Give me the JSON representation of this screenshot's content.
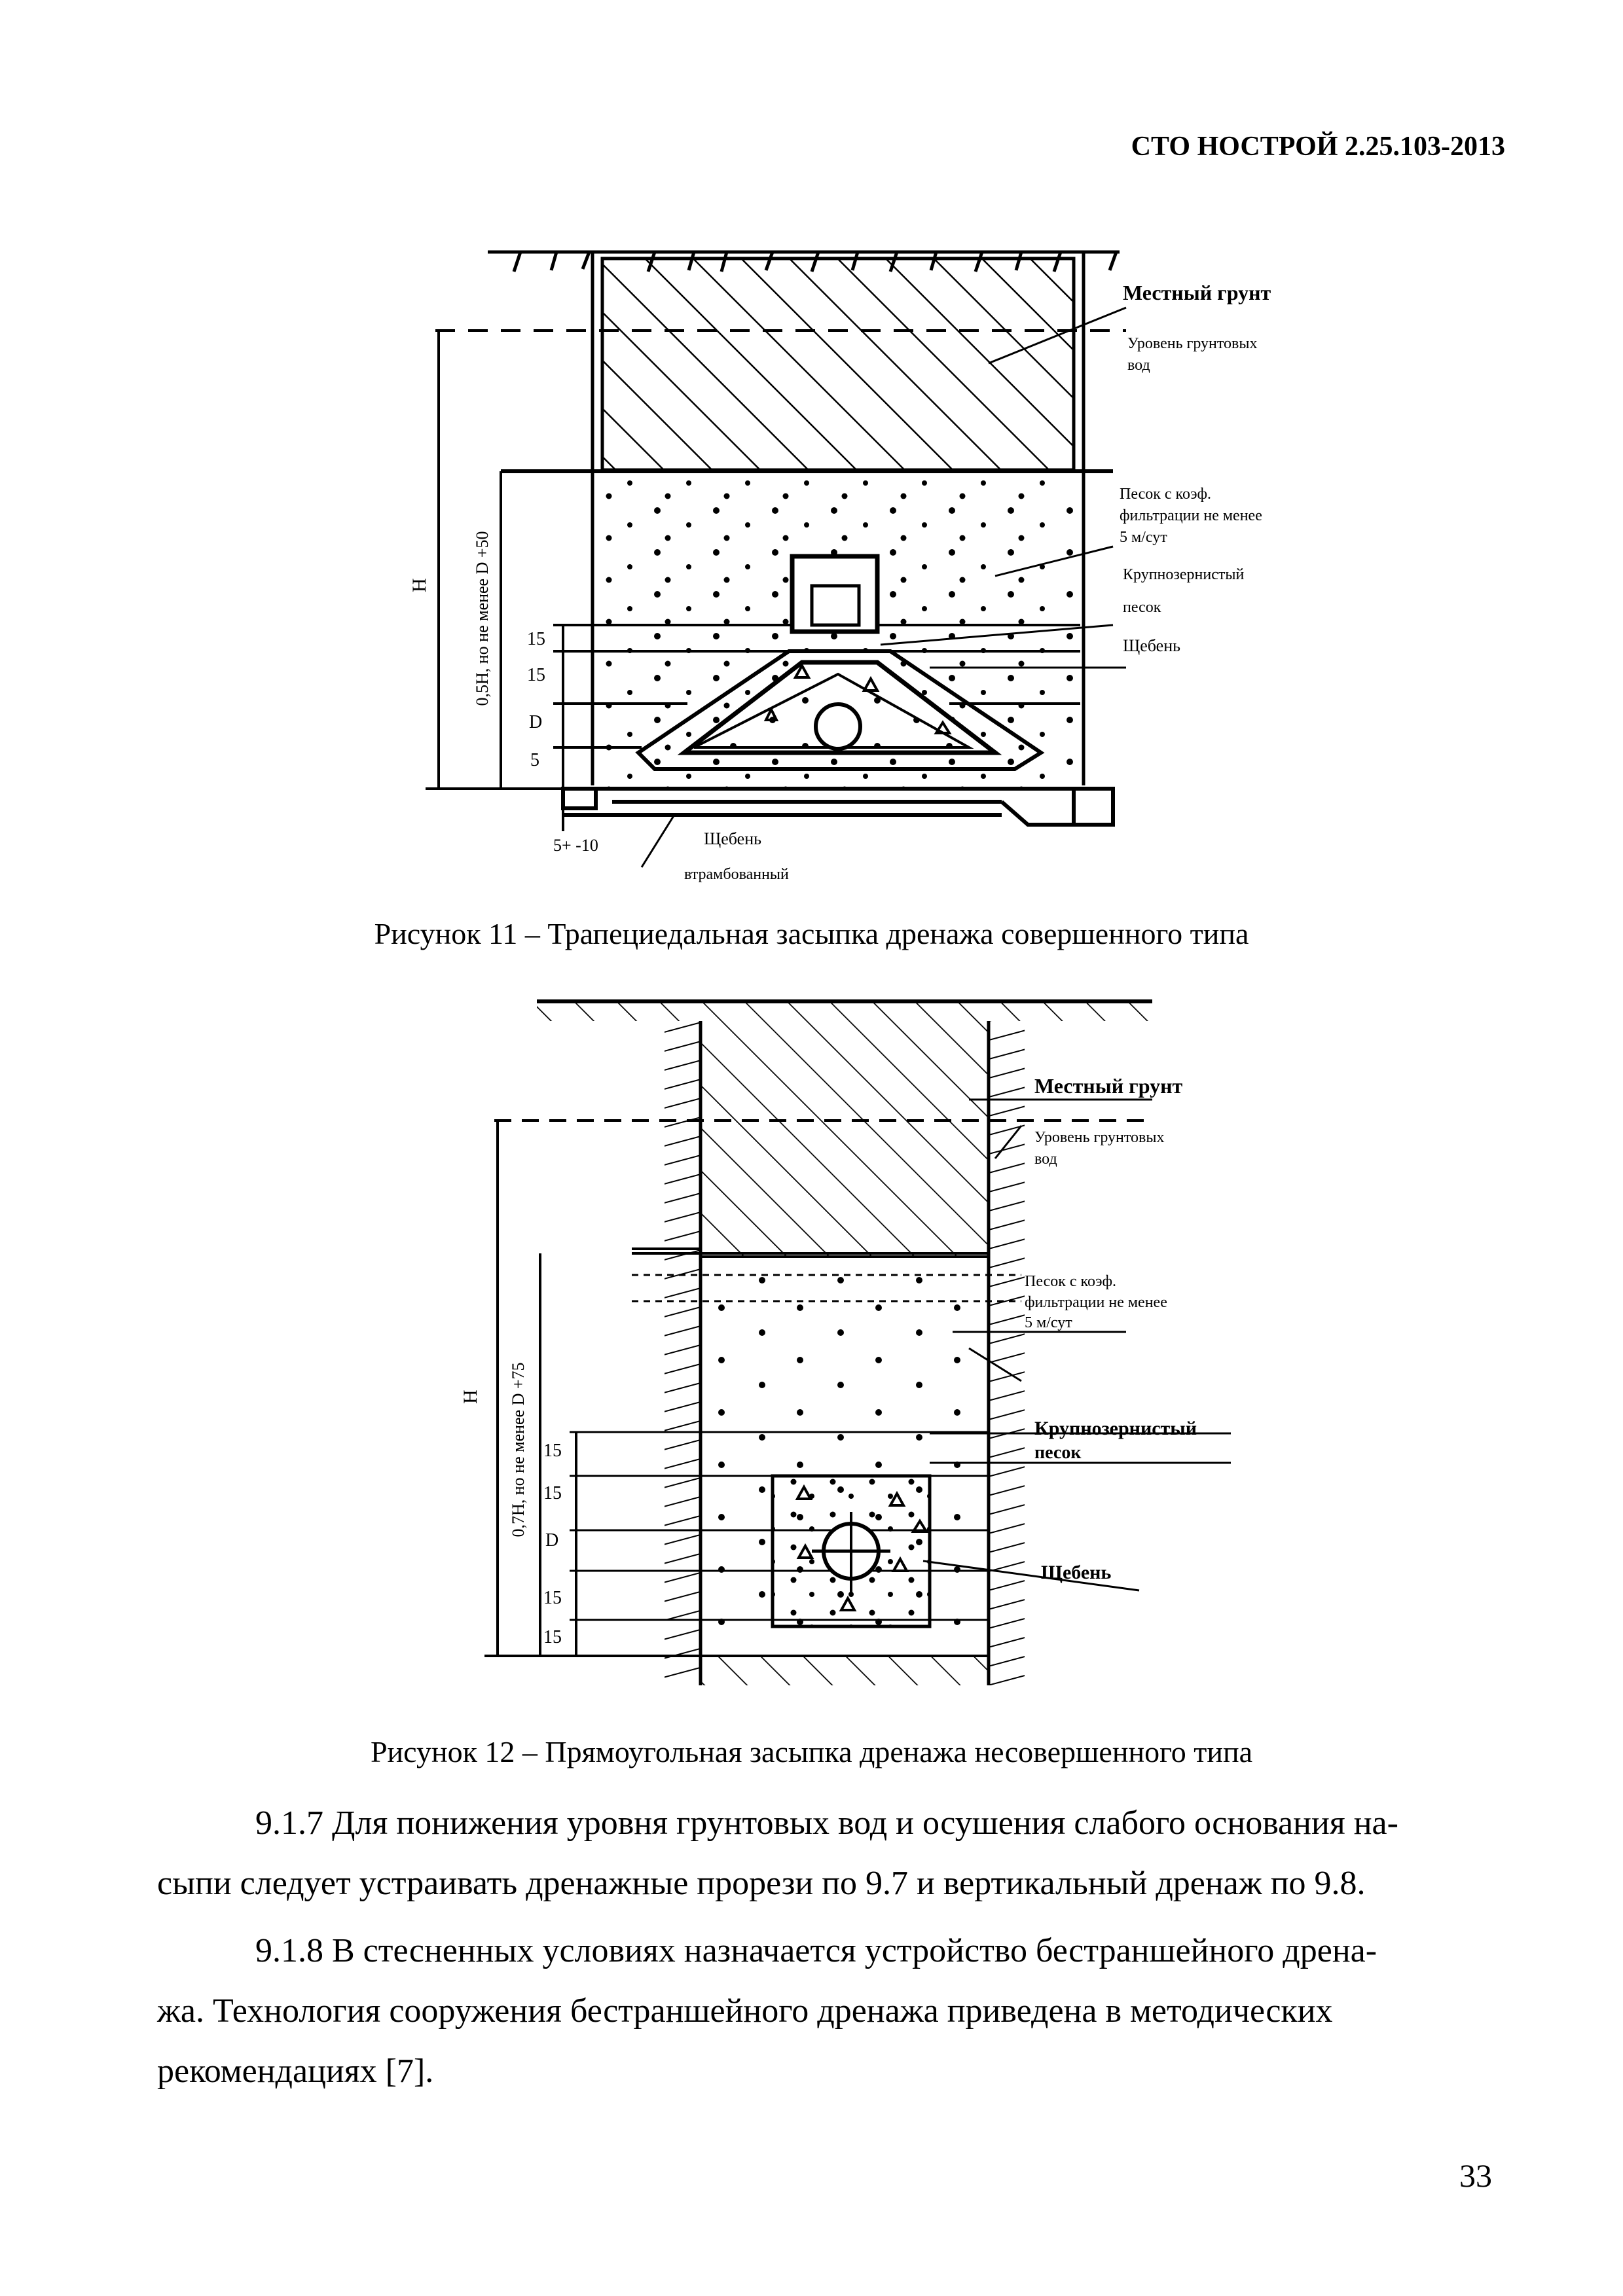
{
  "header": {
    "doc_code": "СТО НОСТРОЙ 2.25.103-2013"
  },
  "figure11": {
    "labels": {
      "ground": "Местный грунт",
      "water1": "Уровень грунтовых",
      "water2": "вод",
      "sand1": "Песок с коэф.",
      "sand2": "фильтрации не менее",
      "sand3": "5 м/сут",
      "coarse1": "Крупнозернистый",
      "coarse2": "песок",
      "gravel": "Щебень",
      "rammed1": "Щебень",
      "rammed2": "втрамбованный",
      "dim_h": "H",
      "dim_v": "0,5H, но не менее D +50",
      "d15a": "15",
      "d15b": "15",
      "dD": "D",
      "d5": "5",
      "d5_10": "5+ -10"
    },
    "caption": "Рисунок 11 – Трапециедальная засыпка дренажа совершенного типа"
  },
  "figure12": {
    "labels": {
      "ground": "Местный грунт",
      "water1": "Уровень грунтовых",
      "water2": "вод",
      "sand1": "Песок с коэф.",
      "sand2": "фильтрации не менее",
      "sand3": "5 м/сут",
      "coarse1": "Крупнозернистый",
      "coarse2": "песок",
      "gravel": "Щебень",
      "dim_h": "H",
      "dim_v": "0,7H, но не менее D +75",
      "d15a": "15",
      "d15b": "15",
      "dD": "D",
      "d15c": "15",
      "d15d": "15"
    },
    "caption": "Рисунок 12 – Прямоугольная засыпка дренажа несовершенного типа"
  },
  "body": {
    "p917_line1": "9.1.7 Для понижения уровня грунтовых вод и осушения слабого основания на-",
    "p917_line2": "сыпи следует устраивать дренажные прорези по 9.7 и вертикальный дренаж по 9.8.",
    "p918_line1": "9.1.8 В стесненных условиях назначается устройство бестраншейного дрена-",
    "p918_line2": "жа. Технология сооружения бестраншейного дренажа приведена в методических",
    "p918_line3": "рекомендациях [7]."
  },
  "page_number": "33"
}
